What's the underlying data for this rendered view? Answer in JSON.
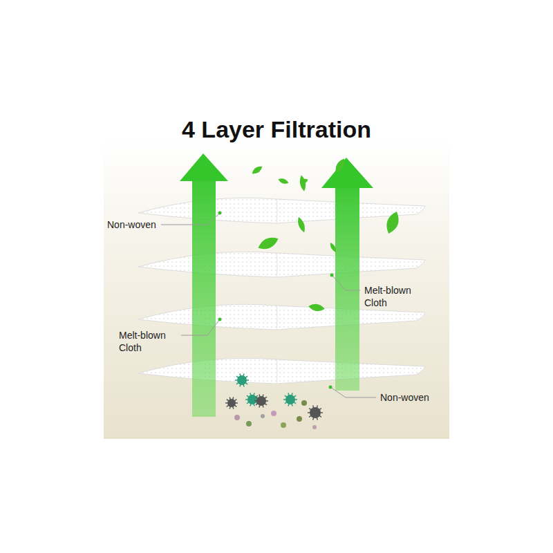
{
  "diagram": {
    "title": "4 Layer Filtration",
    "labels": [
      "Non-woven",
      "Melt-blown Cloth",
      "Melt-blown Cloth",
      "Non-woven"
    ]
  }
}
